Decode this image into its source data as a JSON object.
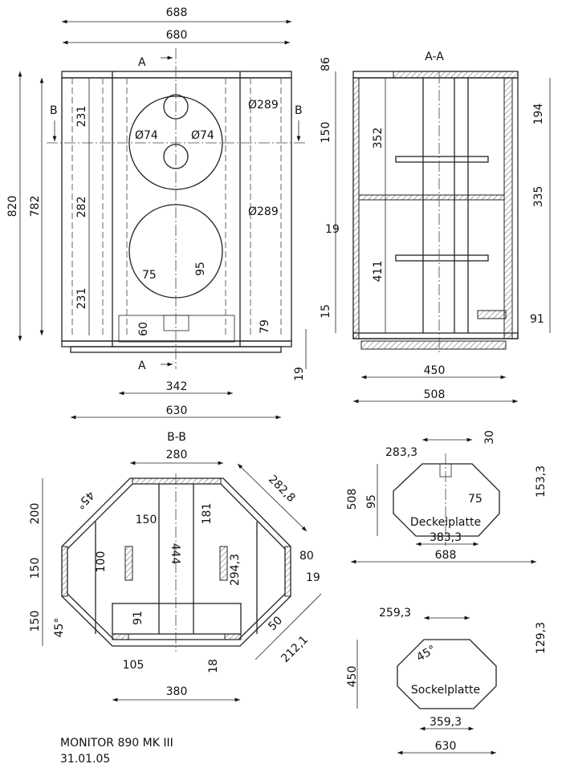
{
  "front_view": {
    "w688": "688",
    "w680": "680",
    "h820": "820",
    "h782": "782",
    "h231a": "231",
    "h282": "282",
    "h231b": "231",
    "d289a": "Ø289",
    "d289b": "Ø289",
    "d74a": "Ø74",
    "d74b": "Ø74",
    "d75": "75",
    "d95": "95",
    "d60": "60",
    "d79": "79",
    "d19": "19",
    "w342": "342",
    "w630": "630",
    "sec_a_top": "A",
    "sec_a_bot": "A",
    "sec_b_left": "B",
    "sec_b_right": "B"
  },
  "section_aa": {
    "title": "A-A",
    "d86": "86",
    "d150": "150",
    "d19": "19",
    "d15": "15",
    "d352": "352",
    "d411": "411",
    "d194": "194",
    "d335": "335",
    "d91": "91",
    "w450": "450",
    "w508": "508"
  },
  "section_bb": {
    "title": "B-B",
    "d280": "280",
    "d282_8": "282,8",
    "d200": "200",
    "d150a": "150",
    "d150b": "150",
    "a45a": "45°",
    "a45b": "45°",
    "d150c": "150",
    "d100": "100",
    "d444": "444",
    "d181": "181",
    "d294_3": "294,3",
    "d80": "80",
    "d19": "19",
    "d91": "91",
    "d50": "50",
    "d212_1": "212,1",
    "d105": "105",
    "d18": "18",
    "d380": "380"
  },
  "deckelplatte": {
    "label": "Deckelplatte",
    "d283_3": "283,3",
    "d30": "30",
    "d153_3": "153,3",
    "d508": "508",
    "d95": "95",
    "d75": "75",
    "d383_3": "383,3",
    "d688": "688"
  },
  "sockelplatte": {
    "label": "Sockelplatte",
    "d259_3": "259,3",
    "d129_3": "129,3",
    "a45": "45°",
    "d450": "450",
    "d359_3": "359,3",
    "d630": "630"
  },
  "title_block": {
    "name": "MONITOR 890 MK III",
    "date": "31.01.05"
  }
}
